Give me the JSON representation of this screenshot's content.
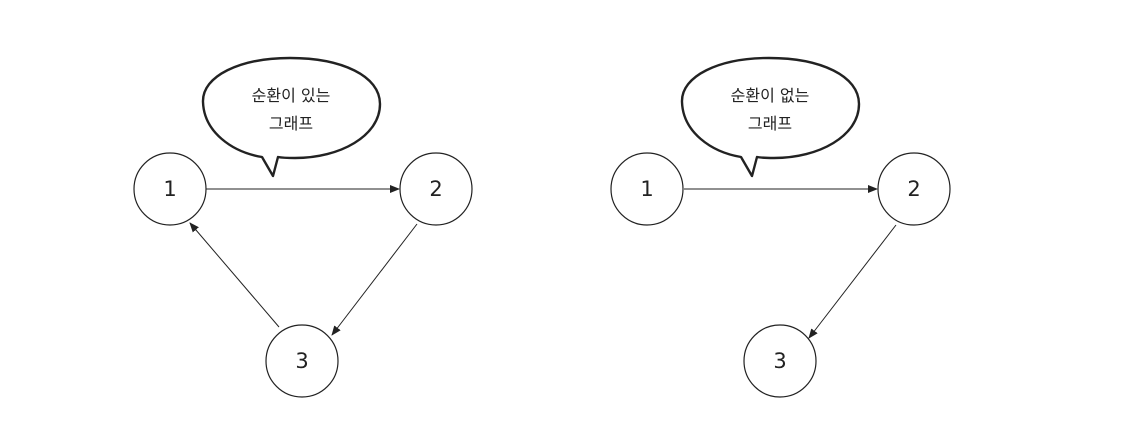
{
  "graphs": [
    {
      "caption_line1": "순환이 있는",
      "caption_line2": "그래프",
      "nodes": [
        "1",
        "2",
        "3"
      ],
      "edges": [
        [
          "1",
          "2"
        ],
        [
          "2",
          "3"
        ],
        [
          "3",
          "1"
        ]
      ]
    },
    {
      "caption_line1": "순환이 없는",
      "caption_line2": "그래프",
      "nodes": [
        "1",
        "2",
        "3"
      ],
      "edges": [
        [
          "1",
          "2"
        ],
        [
          "2",
          "3"
        ]
      ]
    }
  ]
}
